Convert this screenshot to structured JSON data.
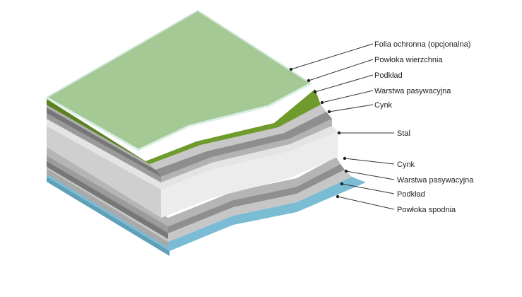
{
  "labels": [
    "Folia ochronna (opcjonalna)",
    "Powłoka wierzchnia",
    "Podkład",
    "Warstwa pasywacyjna",
    "Cynk",
    "Stal",
    "Cynk",
    "Warstwa pasywacyjna",
    "Podkład",
    "Powłoka spodnia"
  ],
  "colors": {
    "protective_film": "#9dc48c",
    "top_coat": "#6f9a2c",
    "primer": "#c6c6c6",
    "passivation": "#9a9a9a",
    "zinc": "#b3b3b3",
    "steel_top": "#e6e6e6",
    "steel_front": "#cfcfcf",
    "bottom_coat": "#7bbcd5"
  }
}
